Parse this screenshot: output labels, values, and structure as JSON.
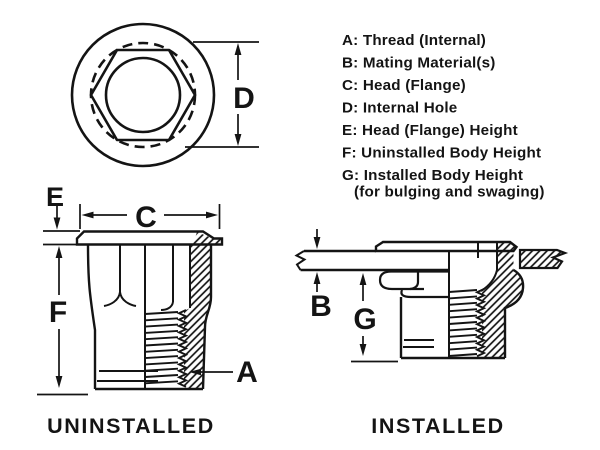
{
  "colors": {
    "ink": "#141414",
    "background": "#ffffff"
  },
  "legend": {
    "items": [
      {
        "key": "A",
        "text": "A: Thread (Internal)"
      },
      {
        "key": "B",
        "text": "B: Mating Material(s)"
      },
      {
        "key": "C",
        "text": "C: Head (Flange)"
      },
      {
        "key": "D",
        "text": "D: Internal Hole"
      },
      {
        "key": "E",
        "text": "E: Head (Flange) Height"
      },
      {
        "key": "F",
        "text": "F: Uninstalled Body Height"
      },
      {
        "key": "G",
        "text": "G: Installed Body Height"
      }
    ],
    "continuation": "(for bulging and swaging)"
  },
  "dimension_labels": {
    "a": "A",
    "b": "B",
    "c": "C",
    "d": "D",
    "e": "E",
    "f": "F",
    "g": "G"
  },
  "captions": {
    "uninstalled": "UNINSTALLED",
    "installed": "INSTALLED"
  }
}
